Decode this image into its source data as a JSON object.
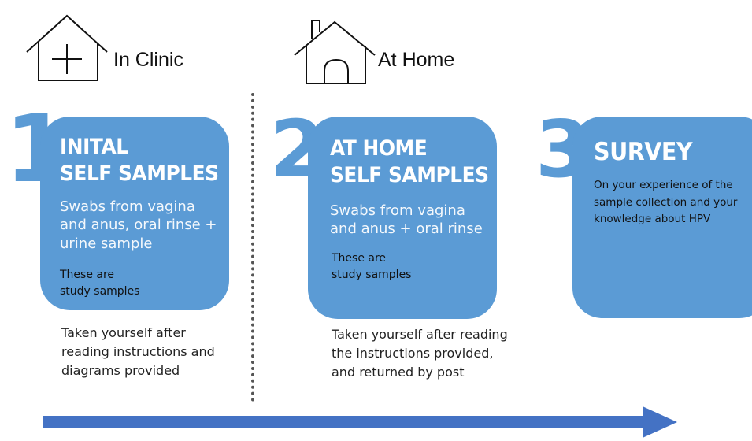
{
  "locations": {
    "clinic": {
      "label": "In Clinic",
      "icon": "house-plus-icon"
    },
    "home": {
      "label": "At Home",
      "icon": "house-door-icon"
    }
  },
  "steps": [
    {
      "number": "1",
      "title_line1": "INITAL",
      "title_line2": "SELF SAMPLES",
      "body": "Swabs from vagina and anus, oral rinse + urine sample",
      "note_line1": "These are",
      "note_line2": "study samples",
      "caption": "Taken yourself after reading instructions and diagrams provided"
    },
    {
      "number": "2",
      "title_line1": "AT HOME",
      "title_line2": "SELF SAMPLES",
      "body": "Swabs from vagina and anus + oral rinse",
      "note_line1": "These are",
      "note_line2": "study samples",
      "caption": "Taken yourself after reading the instructions provided, and returned by post"
    },
    {
      "number": "3",
      "title_line1": "SURVEY",
      "body": "On your experience of the sample collection and your knowledge about HPV"
    }
  ],
  "colors": {
    "accent": "#5b9bd5",
    "arrow": "#4472c4",
    "divider": "#555555"
  }
}
